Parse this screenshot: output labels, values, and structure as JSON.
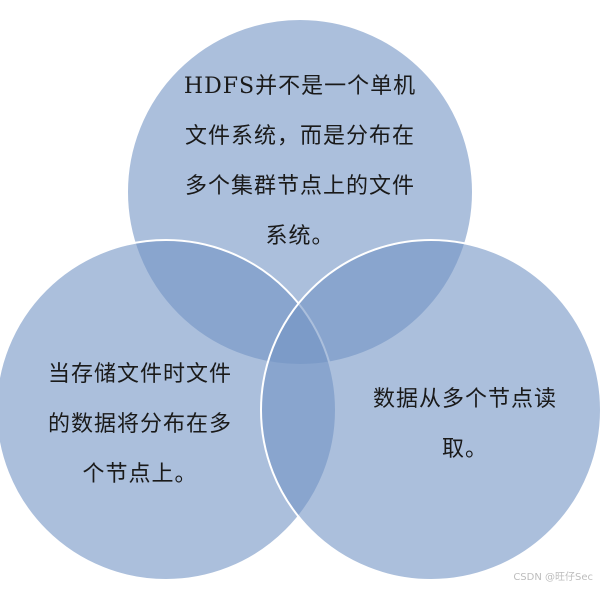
{
  "circles": {
    "top": {
      "label": "HDFS并不是一个单机\n文件系统，而是分布在\n多个集群节点上的文件\n系统。"
    },
    "left": {
      "label": "当存储文件时文件\n的数据将分布在多\n个节点上。"
    },
    "right": {
      "label": "数据从多个节点读\n取。"
    }
  },
  "colors": {
    "circle_fill": "#7394c4",
    "circle_stroke": "#ffffff"
  },
  "watermark": "CSDN @旺仔Sec"
}
